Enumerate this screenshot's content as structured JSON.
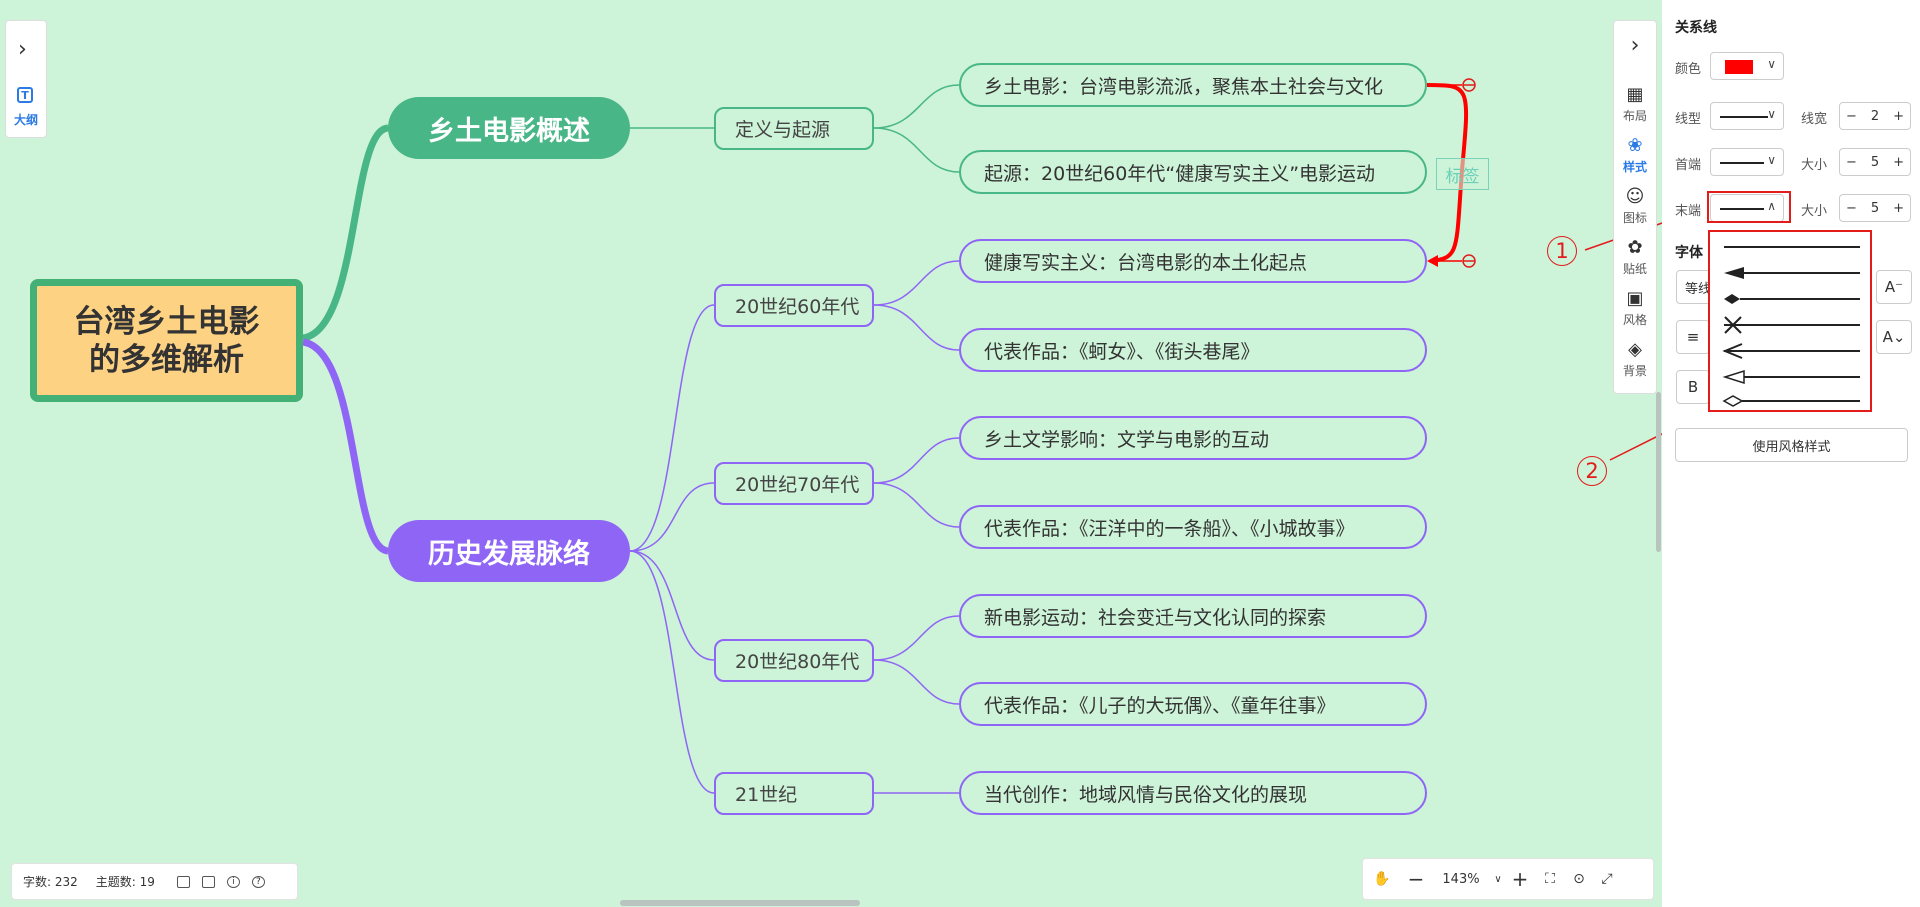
{
  "colors": {
    "canvas_bg": "#cdf3d8",
    "green_branch": "#48b686",
    "purple_branch": "#8f65f6",
    "root_fill": "#fdd383",
    "relation_line": "#ff0000",
    "accent_blue": "#2c7be5"
  },
  "left_toolbar": {
    "outline_label": "大纲",
    "expand_icon": "chevron-right-icon"
  },
  "mindmap": {
    "root": {
      "line1": "台湾乡土电影",
      "line2": "的多维解析"
    },
    "branches": [
      {
        "label": "乡土电影概述",
        "color": "#48b686",
        "children": [
          {
            "label": "定义与起源",
            "leaves": [
              "乡土电影：台湾电影流派，聚焦本土社会与文化",
              "起源：20世纪60年代“健康写实主义”电影运动"
            ]
          }
        ]
      },
      {
        "label": "历史发展脉络",
        "color": "#8f65f6",
        "children": [
          {
            "label": "20世纪60年代",
            "leaves": [
              "健康写实主义：台湾电影的本土化起点",
              "代表作品：《蚵女》、《街头巷尾》"
            ]
          },
          {
            "label": "20世纪70年代",
            "leaves": [
              "乡土文学影响：文学与电影的互动",
              "代表作品：《汪洋中的一条船》、《小城故事》"
            ]
          },
          {
            "label": "20世纪80年代",
            "leaves": [
              "新电影运动：社会变迁与文化认同的探索",
              "代表作品：《儿子的大玩偶》、《童年往事》"
            ]
          },
          {
            "label": "21世纪",
            "leaves": [
              "当代创作：地域风情与民俗文化的展现"
            ]
          }
        ]
      }
    ],
    "relation_tag": "标签"
  },
  "status_bar": {
    "word_count": "字数: 232",
    "topic_count": "主题数: 19"
  },
  "zoom": {
    "level": "143%",
    "minus": "−",
    "plus": "+"
  },
  "right_toolbar": [
    {
      "label": "布局",
      "icon": "layout-icon"
    },
    {
      "label": "样式",
      "icon": "palette-icon",
      "active": true
    },
    {
      "label": "图标",
      "icon": "smiley-icon"
    },
    {
      "label": "贴纸",
      "icon": "sticker-icon"
    },
    {
      "label": "风格",
      "icon": "grid-icon"
    },
    {
      "label": "背景",
      "icon": "layers-icon"
    }
  ],
  "panel": {
    "section_title": "关系线",
    "color_label": "颜色",
    "color_value": "#ff0000",
    "line_type_label": "线型",
    "line_width_label": "线宽",
    "line_width_value": "2",
    "start_label": "首端",
    "start_size_label": "大小",
    "start_size_value": "5",
    "end_label": "末端",
    "end_size_label": "大小",
    "end_size_value": "5",
    "font_title": "字体",
    "font_value": "等线",
    "bold_label": "B",
    "apply_style_button": "使用风格样式",
    "end_options": [
      "无",
      "实心三角箭头",
      "实心菱形",
      "叉号",
      "开放箭头",
      "空心三角箭头",
      "空心菱形"
    ]
  },
  "annotations": [
    "1",
    "2"
  ]
}
